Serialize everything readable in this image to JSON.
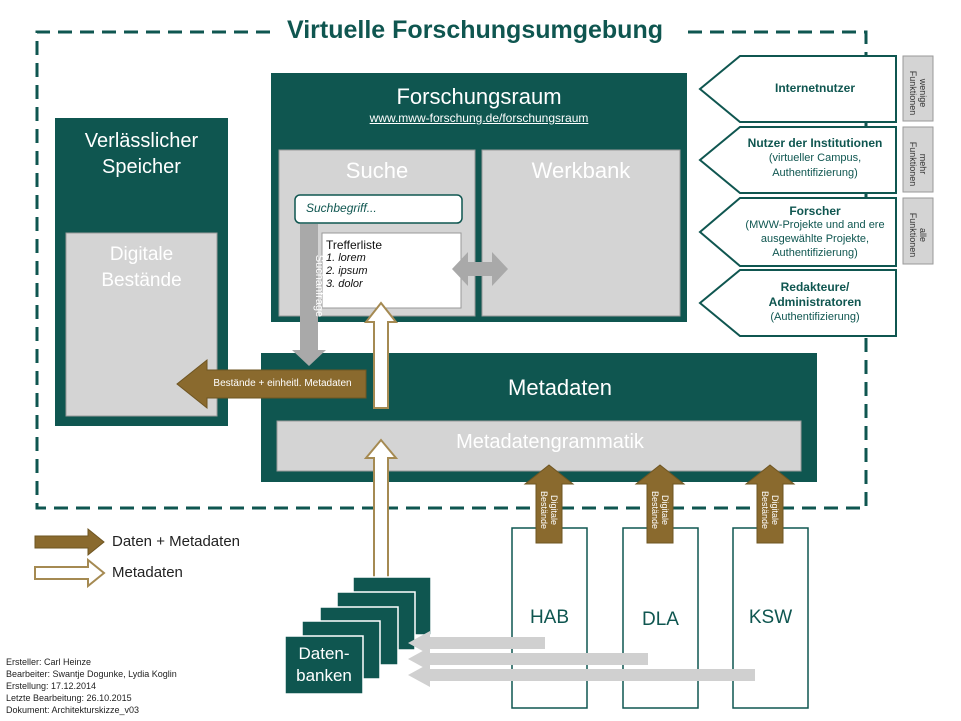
{
  "title": "Virtuelle Forschungsumgebung",
  "speicher": {
    "title": "Verlässlicher Speicher",
    "line1": "Verlässlicher",
    "line2": "Speicher",
    "inner1": "Digitale",
    "inner2": "Bestände"
  },
  "forschungsraum": {
    "title": "Forschungsraum",
    "url": "www.mww-forschung.de/forschungsraum"
  },
  "suche": {
    "title": "Suche",
    "placeholder": "Suchbegriff...",
    "vertical_label": "Suchanfrage"
  },
  "trefferliste": {
    "title": "Trefferliste",
    "items": [
      "1. lorem",
      "2. ipsum",
      "3. dolor"
    ]
  },
  "werkbank": {
    "title": "Werkbank"
  },
  "metadaten": {
    "title": "Metadaten",
    "grammatik": "Metadatengrammatik",
    "arrow_label": "Bestände + einheitl. Metadaten"
  },
  "users": [
    {
      "name": "Internetnutzer",
      "sub1": "",
      "sub2": "",
      "sub3": ""
    },
    {
      "name": "Nutzer der Institutionen",
      "sub1": "(virtueller Campus,",
      "sub2": "Authentifizierung)",
      "sub3": ""
    },
    {
      "name": "Forscher",
      "sub1": "(MWW-Projekte und and ere",
      "sub2": "ausgewählte Projekte,",
      "sub3": "Authentifizierung)"
    },
    {
      "name": "Redakteure/",
      "name2": "Administratoren",
      "sub1": "(Authentifizierung)"
    }
  ],
  "functions": [
    {
      "l1": "wenige",
      "l2": "Funktionen"
    },
    {
      "l1": "mehr",
      "l2": "Funktionen"
    },
    {
      "l1": "alle",
      "l2": "Funktionen"
    }
  ],
  "institutions": [
    {
      "name": "HAB",
      "arrow": "Digitale Bestände",
      "a1": "Digitale",
      "a2": "Bestände"
    },
    {
      "name": "DLA",
      "arrow": "Digitale Bestände",
      "a1": "Digitale",
      "a2": "Bestände"
    },
    {
      "name": "KSW",
      "arrow": "Digitale Bestände",
      "a1": "Digitale",
      "a2": "Bestände"
    }
  ],
  "datenbanken": {
    "line1": "Daten-",
    "line2": "banken"
  },
  "legend": {
    "daten_metadaten": "Daten + Metadaten",
    "metadaten": "Metadaten"
  },
  "footer": {
    "ersteller": "Ersteller: Carl Heinze",
    "bearbeiter": "Bearbeiter: Swantje Dogunke, Lydia Koglin",
    "erstellung": "Erstellung: 17.12.2014",
    "letzte": "Letzte Bearbeitung: 26.10.2015",
    "dokument": "Dokument: Architekturskizze_v03"
  },
  "colors": {
    "dark_green": "#0f5650",
    "grey": "#d4d4d4",
    "brown": "#8a6a2e",
    "outline_tan": "#a58a52"
  }
}
